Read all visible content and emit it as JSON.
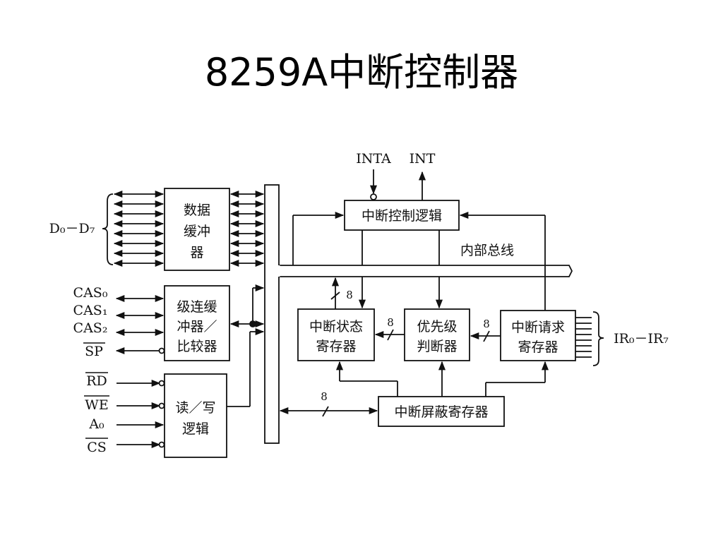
{
  "title": "8259A中断控制器",
  "blocks": {
    "data_buffer": [
      "数据",
      "缓冲",
      "器"
    ],
    "cascade_buffer": [
      "级连缓",
      "冲器／",
      "比较器"
    ],
    "rw_logic": [
      "读／写",
      "逻辑"
    ],
    "control_logic": "中断控制逻辑",
    "isr": [
      "中断状态",
      "寄存器"
    ],
    "priority": [
      "优先级",
      "判断器"
    ],
    "irr": [
      "中断请求",
      "寄存器"
    ],
    "imr": "中断屏蔽寄存器"
  },
  "labels": {
    "internal_bus": "内部总线",
    "inta": "INTA",
    "int": "INT",
    "data_bus": "D₀－D₇",
    "ir": "IR₀－IR₇"
  },
  "pins": {
    "cascade": [
      "CAS₀",
      "CAS₁",
      "CAS₂",
      "SP"
    ],
    "rw": [
      "RD",
      "WE",
      "A₀",
      "CS"
    ]
  },
  "bus_widths": {
    "isr_bus": "8",
    "isr_to_priority": "8",
    "irr_to_priority": "8",
    "imr_bus": "8"
  }
}
